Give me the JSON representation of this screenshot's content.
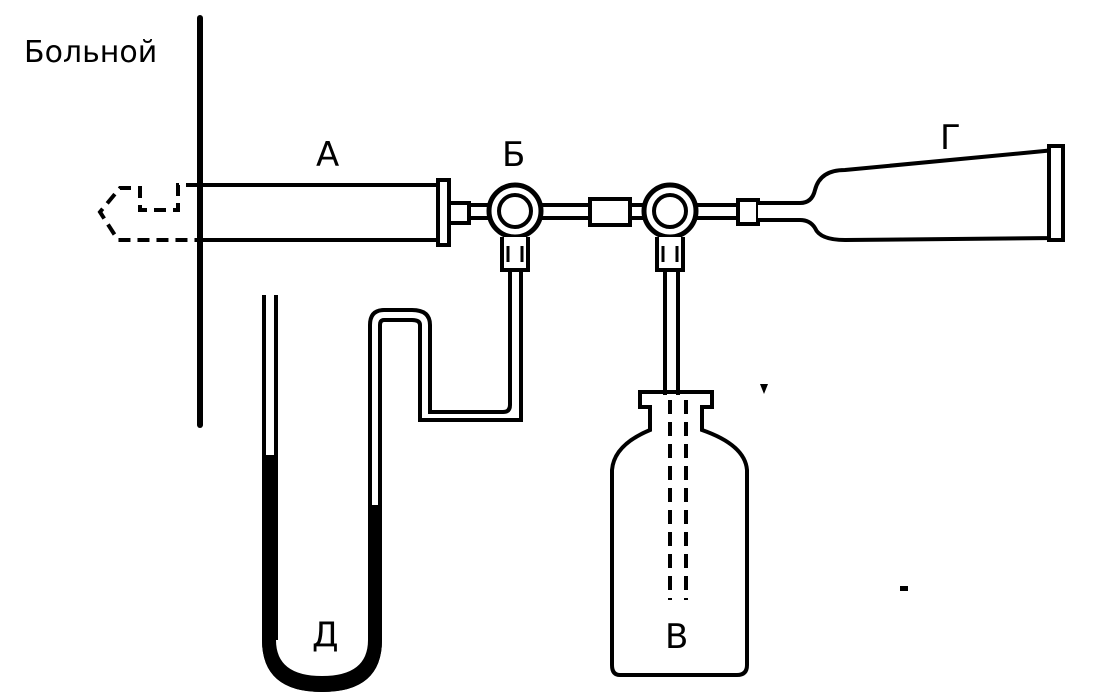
{
  "labels": {
    "patient": "Больной",
    "A": "А",
    "B": "Б",
    "V": "В",
    "G": "Г",
    "D": "Д"
  },
  "colors": {
    "ink": "#000000",
    "paper": "#ffffff"
  }
}
